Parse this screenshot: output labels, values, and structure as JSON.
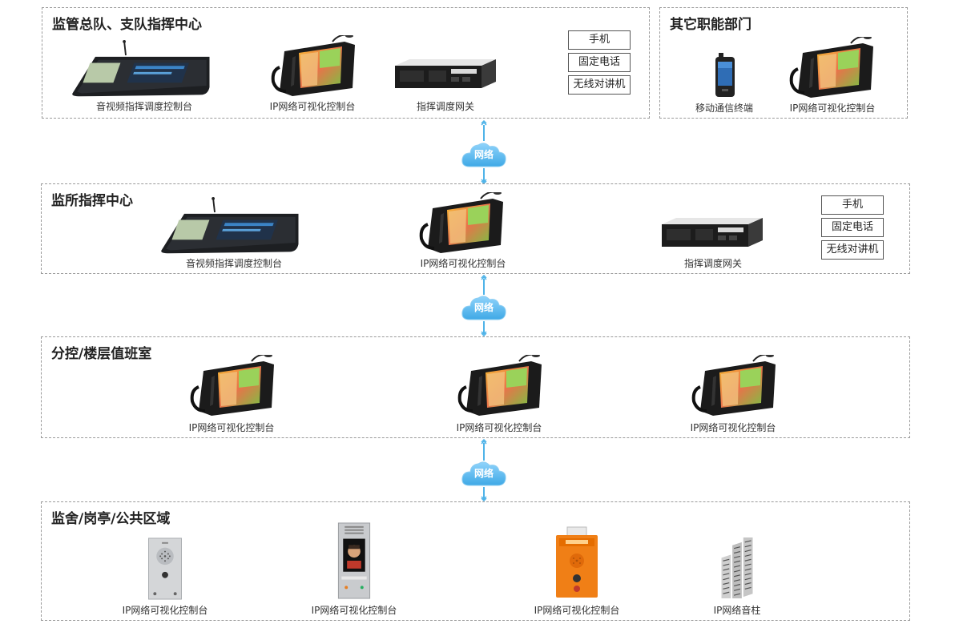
{
  "sections": {
    "command_center": {
      "title": "监管总队、支队指挥中心",
      "devices": [
        "音视频指挥调度控制台",
        "IP网络可视化控制台",
        "指挥调度网关"
      ],
      "tags": [
        "手机",
        "固定电话",
        "无线对讲机"
      ]
    },
    "other_departments": {
      "title": "其它职能部门",
      "devices": [
        "移动通信终端",
        "IP网络可视化控制台"
      ]
    },
    "prison_command": {
      "title": "监所指挥中心",
      "devices": [
        "音视频指挥调度控制台",
        "IP网络可视化控制台",
        "指挥调度网关"
      ],
      "tags": [
        "手机",
        "固定电话",
        "无线对讲机"
      ]
    },
    "duty_rooms": {
      "title": "分控/楼层值班室",
      "devices": [
        "IP网络可视化控制台",
        "IP网络可视化控制台",
        "IP网络可视化控制台"
      ]
    },
    "public_areas": {
      "title": "监舍/岗亭/公共区域",
      "devices": [
        "IP网络可视化控制台",
        "IP网络可视化控制台",
        "IP网络可视化控制台",
        "IP网络音柱"
      ]
    }
  },
  "network": {
    "label": "网络"
  },
  "colors": {
    "link": "#4fb3e8",
    "cloud": "#5cbdf0",
    "border": "#9a9a9a"
  },
  "icons": [
    "console-icon",
    "video-phone-icon",
    "gateway-icon",
    "mobile-terminal-icon",
    "intercom-panel-icon",
    "video-door-station-icon",
    "emergency-box-icon",
    "speaker-column-icon",
    "cloud-icon"
  ]
}
